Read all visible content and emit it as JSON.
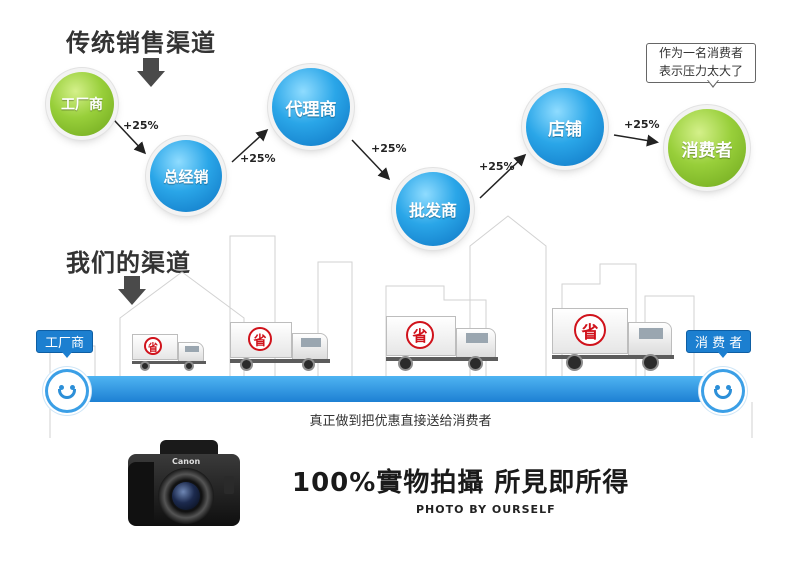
{
  "traditional": {
    "heading": "传统销售渠道",
    "nodes": {
      "factory": "工厂商",
      "general_distributor": "总经销",
      "agent": "代理商",
      "wholesaler": "批发商",
      "store": "店铺",
      "consumer": "消费者"
    },
    "markups": [
      "+25%",
      "+25%",
      "+25%",
      "+25%",
      "+25%"
    ],
    "bubble": [
      "作为一名消费者",
      "表示压力太大了"
    ]
  },
  "ours": {
    "heading": "我们的渠道",
    "start_tag": "工厂商",
    "end_tag": "消 费 者",
    "caption": "真正做到把优惠直接送给消费者",
    "truck_logo": "省"
  },
  "footer": {
    "slogan": "100%實物拍攝 所見即所得",
    "subline": "PHOTO BY OURSELF",
    "camera_brand": "Canon"
  },
  "colors": {
    "green": "#8cc63f",
    "blue": "#1a8fdc",
    "road": "#2a8fe0",
    "logo_red": "#d0121b"
  }
}
